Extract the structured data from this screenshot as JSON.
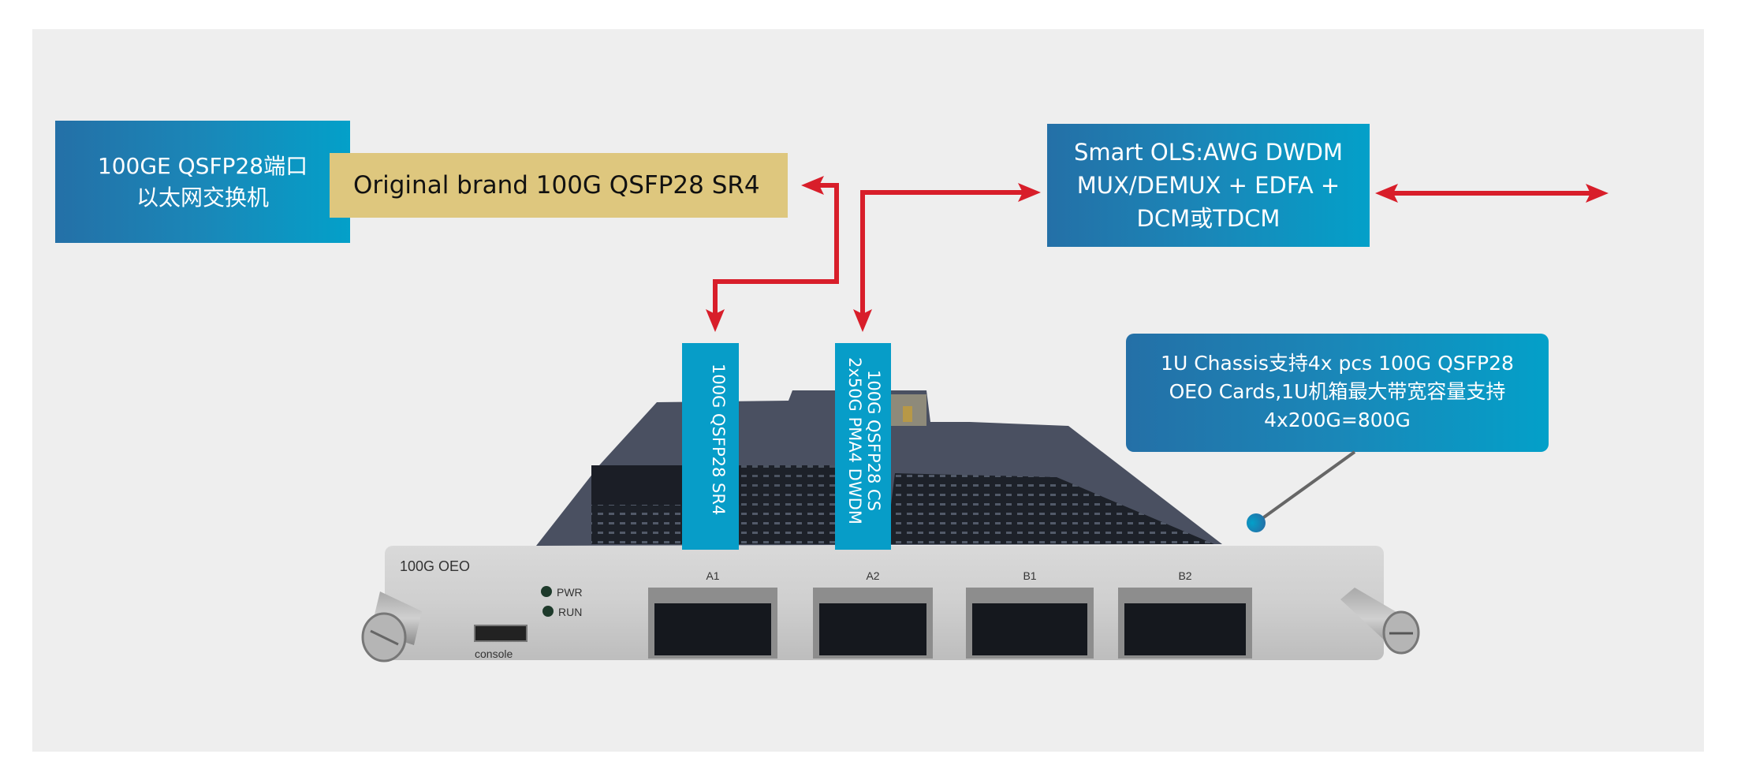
{
  "diagram": {
    "switch_box": {
      "lines": [
        "100GE QSFP28端口",
        "以太网交换机"
      ]
    },
    "module_box": {
      "label": "Original brand 100G QSFP28 SR4"
    },
    "ols_box": {
      "lines": [
        "Smart OLS:AWG DWDM",
        "MUX/DEMUX + EDFA +",
        "DCM或TDCM"
      ]
    },
    "chassis_callout": {
      "lines": [
        "1U Chassis支持4x pcs 100G QSFP28",
        "OEO Cards,1U机箱最大带宽容量支持",
        "4x200G=800G"
      ]
    },
    "port_labels_vertical": [
      {
        "lines": [
          "100G QSFP28 SR4"
        ]
      },
      {
        "lines": [
          "100G QSFP28 CS",
          "2x50G PMA4 DWDM"
        ]
      }
    ],
    "card": {
      "model_label": "100G OEO",
      "leds": [
        "PWR",
        "RUN"
      ],
      "console_label": "console",
      "ports": [
        "A1",
        "A2",
        "B1",
        "B2"
      ]
    },
    "colors": {
      "arrow": "#d81e2a",
      "box_gradient_start": "#2470a7",
      "box_gradient_end": "#03a0c9",
      "module_fill": "#dec77e",
      "vertical_label_fill": "#079dc8",
      "background": "#eeeeee"
    }
  }
}
